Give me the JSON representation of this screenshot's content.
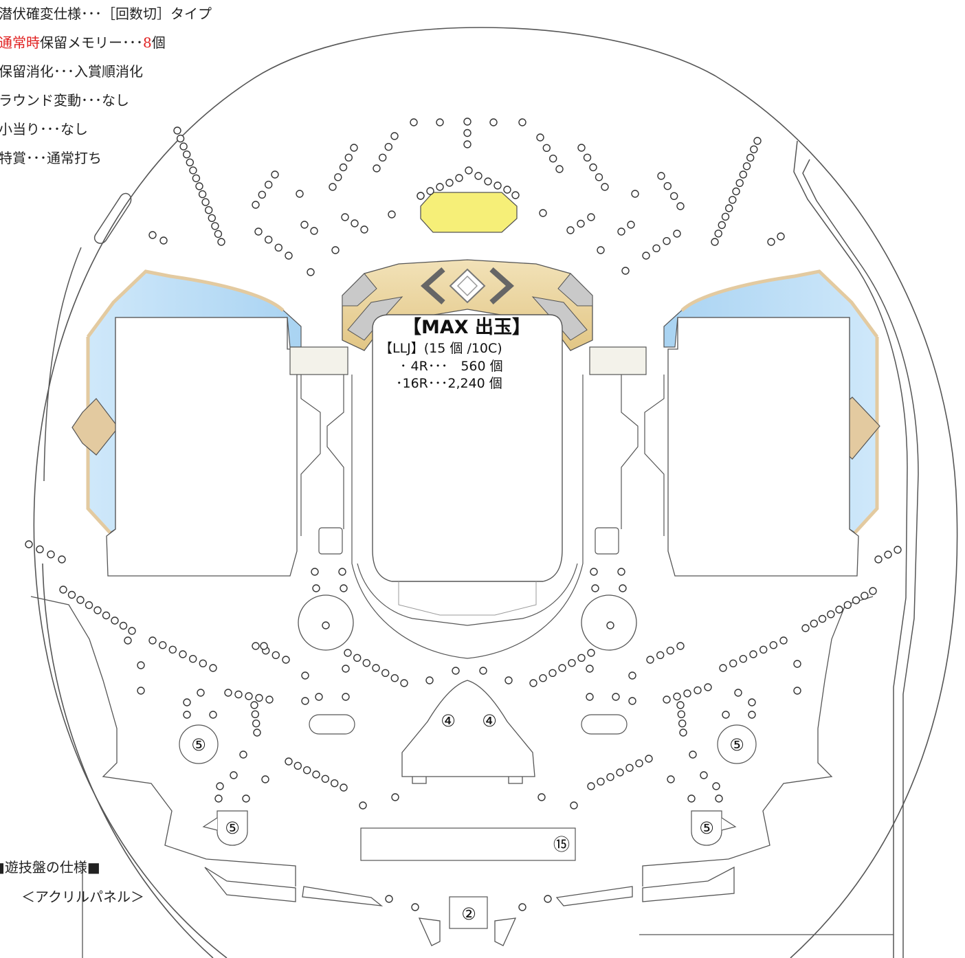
{
  "specs": [
    {
      "parts": [
        {
          "text": "潜伏確変仕様･･･［回数切］タイプ",
          "red": false
        }
      ]
    },
    {
      "parts": [
        {
          "text": "通常時",
          "red": true
        },
        {
          "text": "保留メモリー･･･",
          "red": false
        },
        {
          "text": "8",
          "red": true
        },
        {
          "text": "個",
          "red": false
        }
      ]
    },
    {
      "parts": [
        {
          "text": "保留消化･･･入賞順消化",
          "red": false
        }
      ]
    },
    {
      "parts": [
        {
          "text": "ラウンド変動･･･なし",
          "red": false
        }
      ]
    },
    {
      "parts": [
        {
          "text": "小当り･･･なし",
          "red": false
        }
      ]
    },
    {
      "parts": [
        {
          "text": "特賞･･･通常打ち",
          "red": false
        }
      ]
    }
  ],
  "max_info": {
    "title": "【MAX 出玉】",
    "line1": "【LLJ】(15 個 /10C)",
    "line2": "･ 4R･･･　560 個",
    "line3": "･16R･･･2,240 個"
  },
  "bottom_notes": {
    "board_spec": "■遊技盤の仕様■",
    "acrylic": "＜アクリルパネル＞"
  },
  "pocket_labels": {
    "center_left": "④",
    "center_right": "④",
    "left_upper": "⑤",
    "right_upper": "⑤",
    "left_lower": "⑤",
    "right_lower": "⑤",
    "attacker": "⑮",
    "bottom": "②"
  },
  "colors": {
    "outline": "#555555",
    "pin_stroke": "#333333",
    "pin_fill": "#ffffff",
    "window_blue": "#bfe0f6",
    "frame_tan": "#e3caa0",
    "center_gold": "#e6cf94",
    "center_gray": "#c9c9c9",
    "lamp_yellow": "#f6ef78",
    "spec_red": "#e02020"
  }
}
